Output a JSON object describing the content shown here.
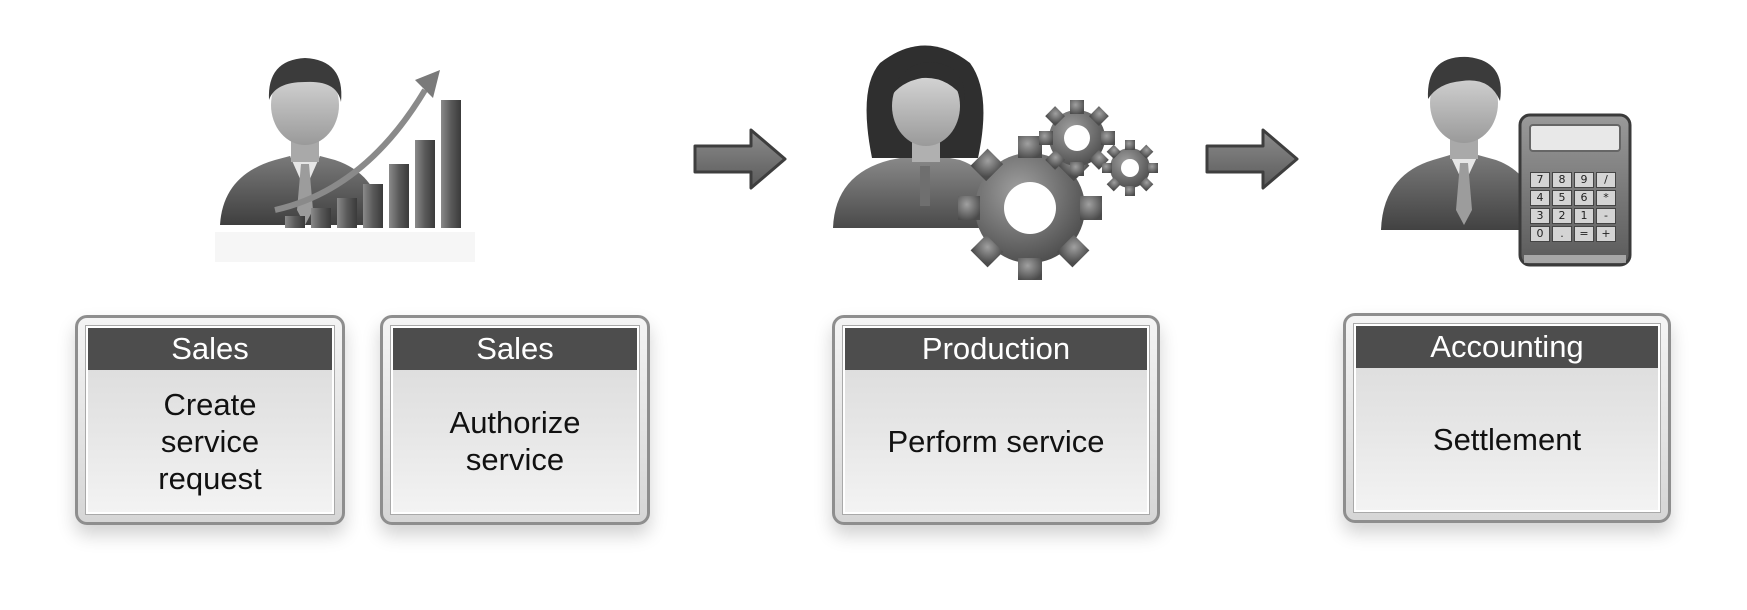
{
  "steps": [
    {
      "department": "Sales",
      "task": "Create service request",
      "task_lines": [
        "Create",
        "service",
        "request"
      ],
      "icon": "person-growth-chart-icon"
    },
    {
      "department": "Sales",
      "task": "Authorize service",
      "task_lines": [
        "Authorize",
        "service"
      ]
    },
    {
      "department": "Production",
      "task": "Perform service",
      "task_lines": [
        "Perform service"
      ],
      "icon": "person-gears-icon"
    },
    {
      "department": "Accounting",
      "task": "Settlement",
      "task_lines": [
        "Settlement"
      ],
      "icon": "person-calculator-icon"
    }
  ],
  "connectors": [
    "arrow-right-icon",
    "arrow-right-icon"
  ],
  "calculator_keys": [
    "7",
    "8",
    "9",
    "/",
    "4",
    "5",
    "6",
    "*",
    "3",
    "2",
    "1",
    "-",
    "0",
    ".",
    "=",
    "+"
  ],
  "colors": {
    "header": "#4d4d4d",
    "box_border": "#8e8e8e",
    "box_fill_top": "#d9d9d9",
    "box_fill_bottom": "#f3f3f3"
  }
}
